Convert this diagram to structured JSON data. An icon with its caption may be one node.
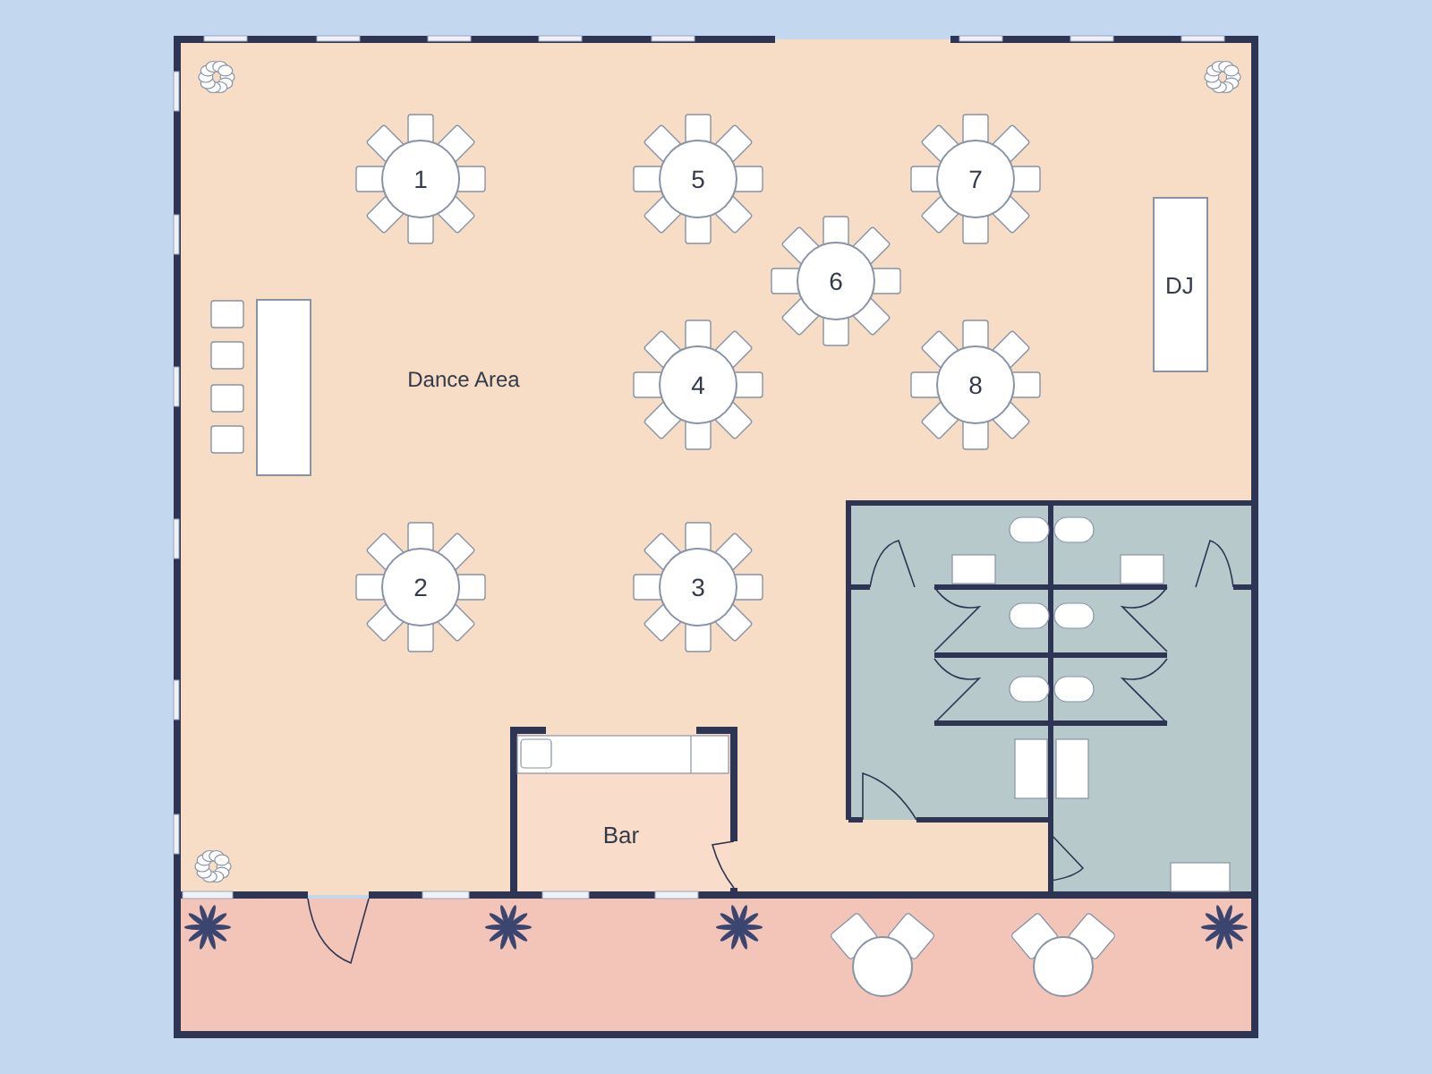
{
  "diagram": {
    "nodes": [
      {
        "text": [
          "1"
        ]
      },
      {
        "text": [
          "5"
        ]
      },
      {
        "text": [
          "7"
        ]
      },
      {
        "text": [
          "6"
        ]
      },
      {
        "text": [
          "DJ"
        ]
      },
      {
        "text": [],
        "shape": "box"
      },
      {
        "text": [
          "4"
        ]
      },
      {
        "text": [
          "8"
        ]
      },
      {
        "text": [
          "2"
        ]
      },
      {
        "text": [
          "3"
        ]
      },
      {
        "text": [
          "Bar"
        ]
      },
      {
        "text": [],
        "shape": "circle"
      },
      {
        "text": [],
        "shape": "circle"
      }
    ],
    "labels": [
      "Dance Area"
    ]
  }
}
